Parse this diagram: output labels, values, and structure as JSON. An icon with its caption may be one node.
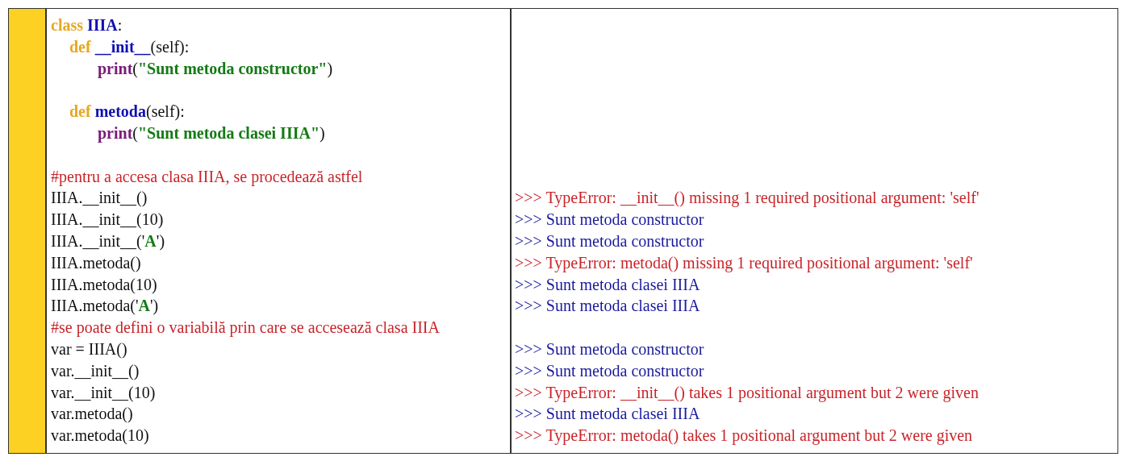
{
  "diagram": {
    "labels": [
      "**class** **IIIA**:",
      "**def** **__init__**(self):",
      "**print**(**\"Sunt metoda constructor\"**)",
      "**def** **metoda**(self):",
      "**print**(**\"Sunt metoda clasei IIIA\"**)",
      "#pentru a accesa clasa IIIA, se procedează astfel",
      "IIIA.__init__()",
      "IIIA.__init__(10)",
      "IIIA.__init__('**A**')",
      "IIIA.metoda()",
      "IIIA.metoda(10)",
      "IIIA.metoda('**A**')",
      "#se poate defini o variabilă prin care se accesează clasa IIIA",
      "var = IIIA()",
      "var.__init__()",
      "var.__init__(10)",
      "var.metoda()",
      "var.metoda(10)",
      ">>> TypeError: __init__() missing 1 required positional argument: 'self'",
      ">>> Sunt metoda constructor",
      ">>> Sunt metoda constructor",
      ">>> TypeError: metoda() missing 1 required positional argument: 'self'",
      ">>> Sunt metoda clasei IIIA",
      ">>> Sunt metoda clasei IIIA",
      ">>> Sunt metoda constructor",
      ">>> Sunt metoda constructor",
      ">>> TypeError: __init__() takes 1 positional argument but 2 were given",
      ">>> Sunt metoda clasei IIIA",
      ">>> TypeError: metoda() takes 1 positional argument but 2 were given"
    ]
  }
}
